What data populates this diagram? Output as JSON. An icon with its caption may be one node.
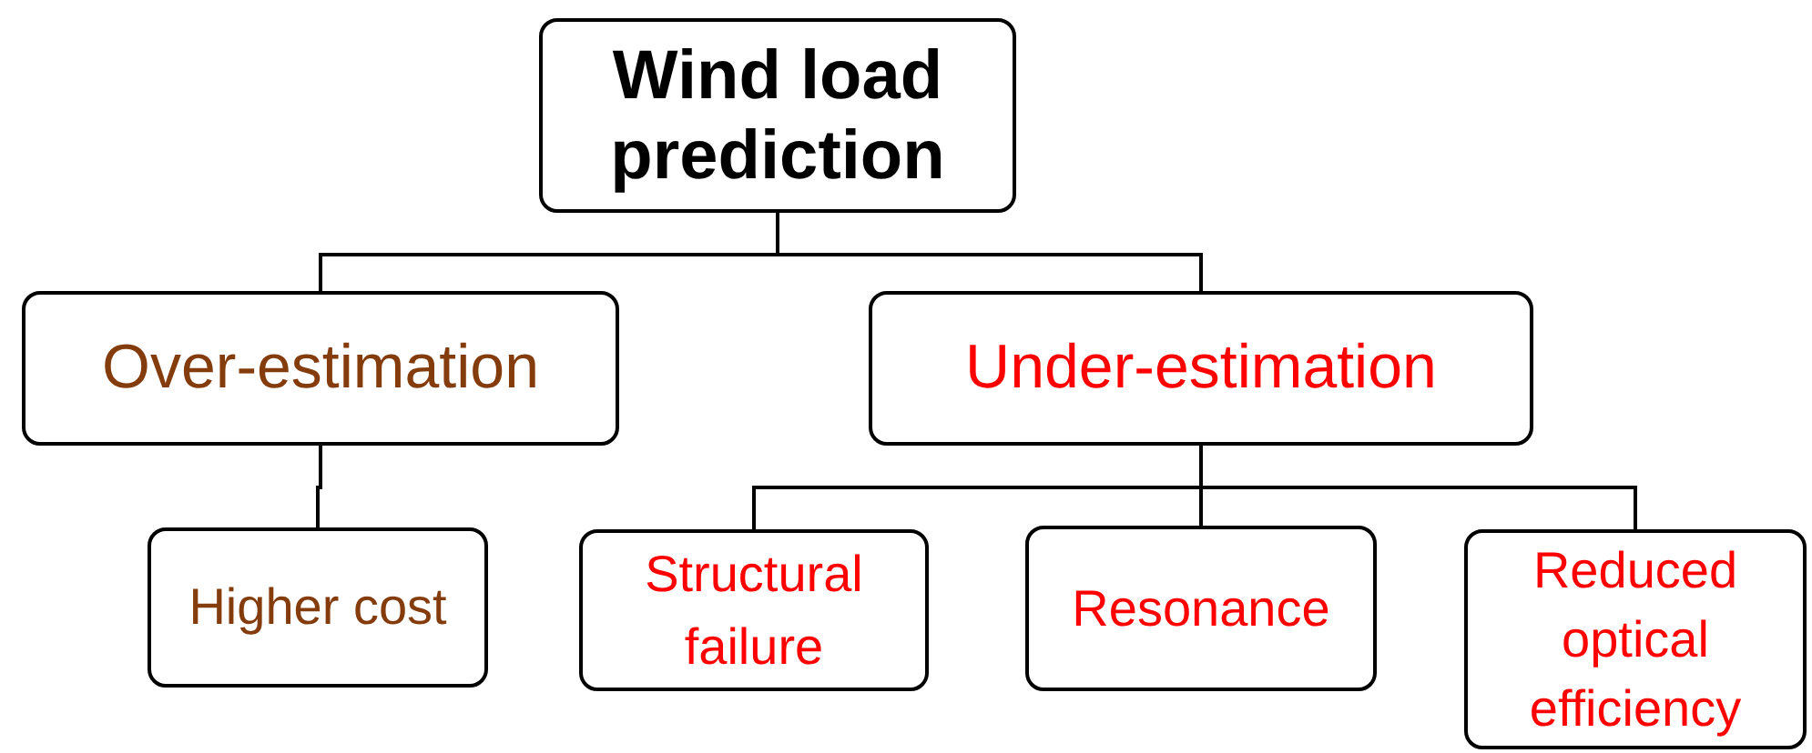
{
  "diagram": {
    "nodes": [
      {
        "text": [
          "Wind load prediction"
        ]
      },
      {
        "text": [
          "Over-estimation"
        ]
      },
      {
        "text": [
          "Under-estimation"
        ]
      },
      {
        "text": [
          "Higher cost"
        ]
      },
      {
        "text": [
          "Structural failure"
        ]
      },
      {
        "text": [
          "Resonance"
        ]
      },
      {
        "text": [
          "Reduced optical efficiency"
        ]
      }
    ],
    "edges": [
      {
        "from": 0,
        "to": 1,
        "arrow": "none"
      },
      {
        "from": 0,
        "to": 2,
        "arrow": "none"
      },
      {
        "from": 1,
        "to": 3,
        "arrow": "none"
      },
      {
        "from": 2,
        "to": 4,
        "arrow": "none"
      },
      {
        "from": 2,
        "to": 5,
        "arrow": "none"
      },
      {
        "from": 2,
        "to": 6,
        "arrow": "none"
      }
    ]
  }
}
